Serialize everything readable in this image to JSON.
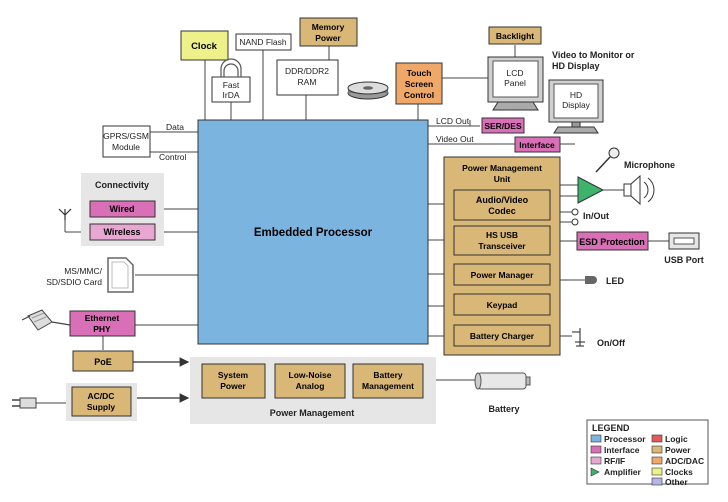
{
  "colors": {
    "processor": "#7cb4e0",
    "power": "#d9b777",
    "interface": "#d96fb6",
    "interface_light": "#e7a7d2",
    "clocks": "#eef08a",
    "logic": "#e05a5a",
    "amplifier": "#3db36b",
    "adcdac": "#f0a868",
    "other": "#b6b6e6",
    "border": "#333333",
    "panel": "#e6e6e6",
    "line": "#444444"
  },
  "blocks": {
    "clock": "Clock",
    "nand_flash": "NAND Flash",
    "memory_power": [
      "Memory",
      "Power"
    ],
    "fast_irda": [
      "Fast",
      "IrDA"
    ],
    "ddr_ram": [
      "DDR/DDR2",
      "RAM"
    ],
    "touch_screen": [
      "Touch",
      "Screen",
      "Control"
    ],
    "backlight": "Backlight",
    "lcd_panel": [
      "LCD",
      "Panel"
    ],
    "hd_display": [
      "HD",
      "Display"
    ],
    "video_monitor": [
      "Video to Monitor or",
      "HD Display"
    ],
    "gprs": [
      "GPRS/GSM",
      "Module"
    ],
    "data_label": "Data",
    "control_label": "Control",
    "lcd_out": "LCD Out",
    "video_out": "Video Out",
    "ser_des": "SER/DES",
    "interface": "Interface",
    "connectivity": "Connectivity",
    "wired": "Wired",
    "wireless": "Wireless",
    "embedded_processor": "Embedded Processor",
    "ms_card": [
      "MS/MMC/",
      "SD/SDIO Card"
    ],
    "ethernet_phy": [
      "Ethernet",
      "PHY"
    ],
    "poe": "PoE",
    "acdc": [
      "AC/DC",
      "Supply"
    ],
    "system_power": [
      "System",
      "Power"
    ],
    "low_noise": [
      "Low-Noise",
      "Analog"
    ],
    "battery_mgmt": [
      "Battery",
      "Management"
    ],
    "power_management": "Power Management",
    "battery": "Battery",
    "pmu": [
      "Power Management",
      "Unit"
    ],
    "av_codec": [
      "Audio/Video",
      "Codec"
    ],
    "hs_usb": [
      "HS USB",
      "Transceiver"
    ],
    "power_manager": "Power Manager",
    "keypad": "Keypad",
    "battery_charger": "Battery Charger",
    "microphone": "Microphone",
    "in_out": "In/Out",
    "esd": "ESD Protection",
    "usb_port": "USB Port",
    "led": "LED",
    "on_off": "On/Off"
  },
  "legend": {
    "title": "LEGEND",
    "items": [
      {
        "label": "Processor",
        "swatch": "processor"
      },
      {
        "label": "Logic",
        "swatch": "logic"
      },
      {
        "label": "Interface",
        "swatch": "interface"
      },
      {
        "label": "Power",
        "swatch": "power"
      },
      {
        "label": "RF/IF",
        "swatch": "interface_light"
      },
      {
        "label": "ADC/DAC",
        "swatch": "adcdac"
      },
      {
        "label": "Amplifier",
        "swatch": "amplifier"
      },
      {
        "label": "Clocks",
        "swatch": "clocks"
      },
      {
        "label": "Other",
        "swatch": "other"
      }
    ]
  }
}
